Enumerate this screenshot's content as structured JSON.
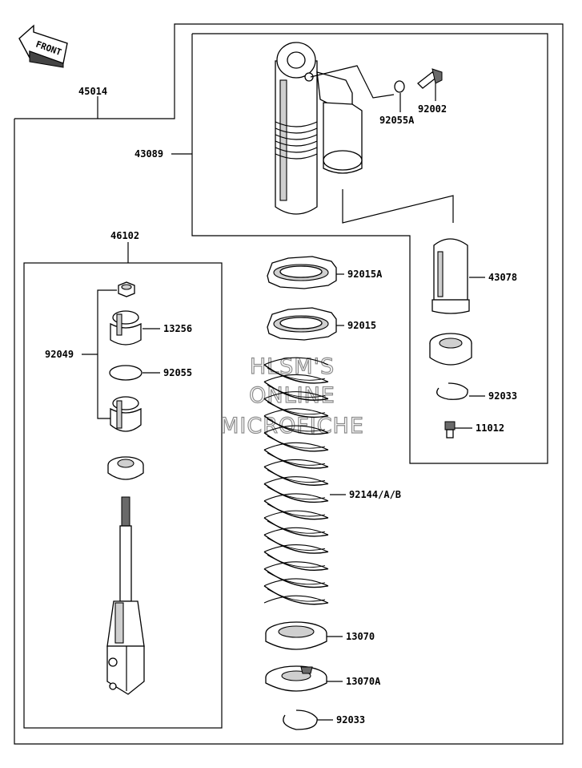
{
  "front_arrow": {
    "label": "FRONT"
  },
  "parts": {
    "p45014": "45014",
    "p43089": "43089",
    "p92002": "92002",
    "p92055A": "92055A",
    "p46102": "46102",
    "p92049": "92049",
    "p13256": "13256",
    "p92055": "92055",
    "p92015A": "92015A",
    "p92015": "92015",
    "p43078": "43078",
    "p92033_right": "92033",
    "p11012": "11012",
    "p92144": "92144/A/B",
    "p13070": "13070",
    "p13070A": "13070A",
    "p92033_bottom": "92033"
  },
  "watermark": {
    "line1": "HLSM'S",
    "line2": "ONLINE",
    "line3": "MICROFICHE"
  }
}
